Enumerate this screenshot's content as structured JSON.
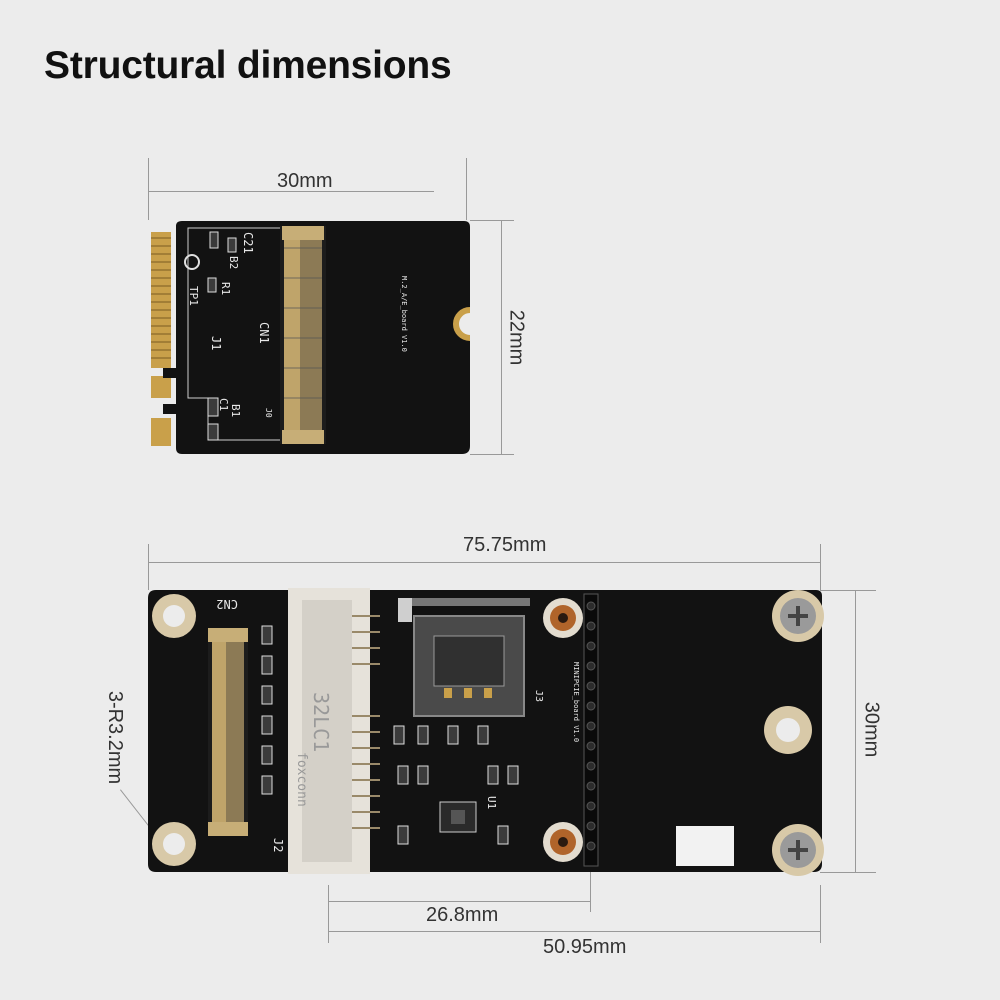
{
  "title": "Structural dimensions",
  "small_board": {
    "width_label": "30mm",
    "height_label": "22mm",
    "silkscreen": {
      "tp1": "TP1",
      "r1": "R1",
      "b2": "B2",
      "c21": "C21",
      "j1": "J1",
      "cn1": "CN1",
      "c1": "C1",
      "b1": "B1",
      "j0": "J0",
      "name": "M.2_A/E_board V1.0"
    }
  },
  "large_board": {
    "width_label": "75.75mm",
    "height_label": "30mm",
    "hole_label": "3-R3.2mm",
    "offset1_label": "26.8mm",
    "offset2_label": "50.95mm",
    "silkscreen": {
      "cn2": "CN2",
      "j2": "J2",
      "socket_brand": "foxconn",
      "socket_part": "32LC1",
      "u1": "U1",
      "j3": "J3",
      "name": "MINIPCIE_board V1.0"
    }
  }
}
